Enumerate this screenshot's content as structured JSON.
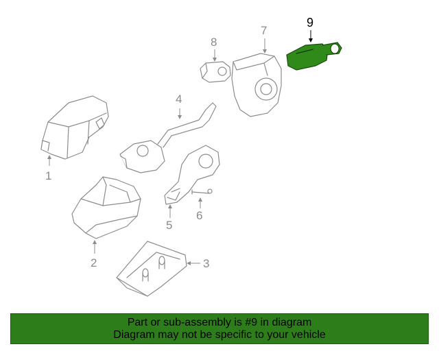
{
  "highlight_color": "#2f8a1a",
  "banner_color": "#2e7d1b",
  "diagram": {
    "highlighted_part": "9",
    "callouts": [
      {
        "label": "1"
      },
      {
        "label": "2"
      },
      {
        "label": "3"
      },
      {
        "label": "4"
      },
      {
        "label": "5"
      },
      {
        "label": "6"
      },
      {
        "label": "7"
      },
      {
        "label": "8"
      },
      {
        "label": "9"
      }
    ]
  },
  "banner": {
    "line1": "Part or sub-assembly is #9 in diagram",
    "line2": "Diagram may not be specific to your vehicle"
  }
}
